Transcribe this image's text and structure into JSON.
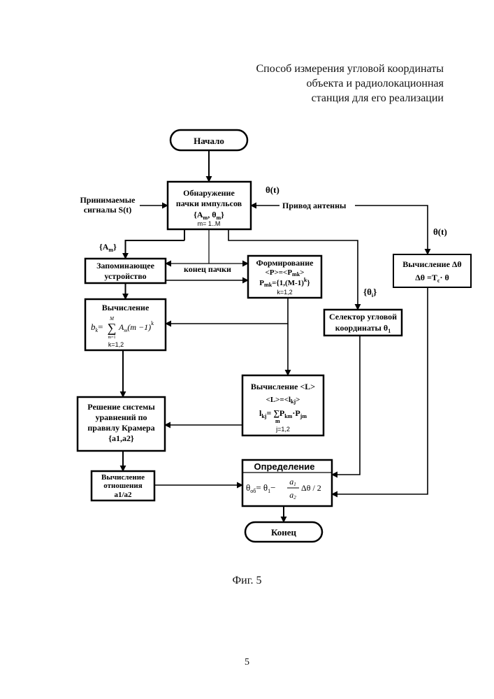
{
  "title_lines": [
    "Способ измерения угловой  координаты",
    "объекта и радиолокационная",
    "станция для его реализации"
  ],
  "blocks": {
    "start": "Начало",
    "detect": [
      "Обнаружение",
      "пачки импульсов"
    ],
    "detect_set": "{A",
    "detect_sub_m": "m",
    "detect_theta": ", θ",
    "detect_close": "}",
    "detect_range": "m= 1..M",
    "memory": [
      "Запоминающее",
      "устройство"
    ],
    "form_title": "Формирование",
    "form_eq": "<P>=<P",
    "form_sub": "mk",
    "form_close": ">",
    "form_eq2_left": "P",
    "form_eq2_right": "={1,(M-1)",
    "form_exp": "k",
    "form_brace": "}",
    "form_range": "k=1,2",
    "calc_b_title": "Вычисление",
    "calc_b_lhs": "b",
    "calc_b_sub": "k",
    "calc_b_eq": "=",
    "calc_b_sum_top": "M",
    "calc_b_sum_bot": "m=1",
    "calc_b_body": "A",
    "calc_b_body_sub": "m",
    "calc_b_paren": "(m −1)",
    "calc_b_exp": "k",
    "calc_b_range": "k=1,2",
    "calc_l_title": "Вычисление <L>",
    "calc_l_eq": "<L>=<l",
    "calc_l_sub": "kj",
    "calc_l_close": ">",
    "calc_l_lhs": "l",
    "calc_l_sum": "∑P",
    "calc_l_sum_sub": "m",
    "calc_l_rhs": "·P",
    "calc_l_rhs_sub": "jm",
    "calc_l_range": "j=1,2",
    "solve": [
      "Решение системы",
      "уравнений по",
      "правилу Крамера",
      "{a1,a2}"
    ],
    "ratio": [
      "Вычисление",
      "отношения",
      "a1/a2"
    ],
    "define_title": "Определение",
    "define_lhs": "θ",
    "define_lhs_sub": "об",
    "define_eq": "= θ",
    "define_eq_sub": "1",
    "define_minus": "−",
    "define_num": "a",
    "define_num_sub": "1",
    "define_den": "a",
    "define_den_sub": "2",
    "define_tail": "Δθ / 2",
    "selector": [
      "Селектор угловой",
      "координаты  θ"
    ],
    "selector_sub": "1",
    "delta_title": "Вычисление Δθ",
    "delta_eq": "Δθ =T",
    "delta_sub": "c",
    "delta_tail": "· θ",
    "end": "Конец"
  },
  "labels": {
    "received": [
      "Принимаемые",
      "сигналы S(t)"
    ],
    "theta_t_top": "θ(t)",
    "antenna": "Привод антенны",
    "theta_t_right": "θ(t)",
    "am_set": "{A",
    "am_sub": "m",
    "am_close": "}",
    "end_of_burst": "конец пачки",
    "theta_i": "{θ",
    "theta_i_sub": "i",
    "theta_i_close": "}"
  },
  "caption": "Фиг. 5",
  "page_number": "5"
}
